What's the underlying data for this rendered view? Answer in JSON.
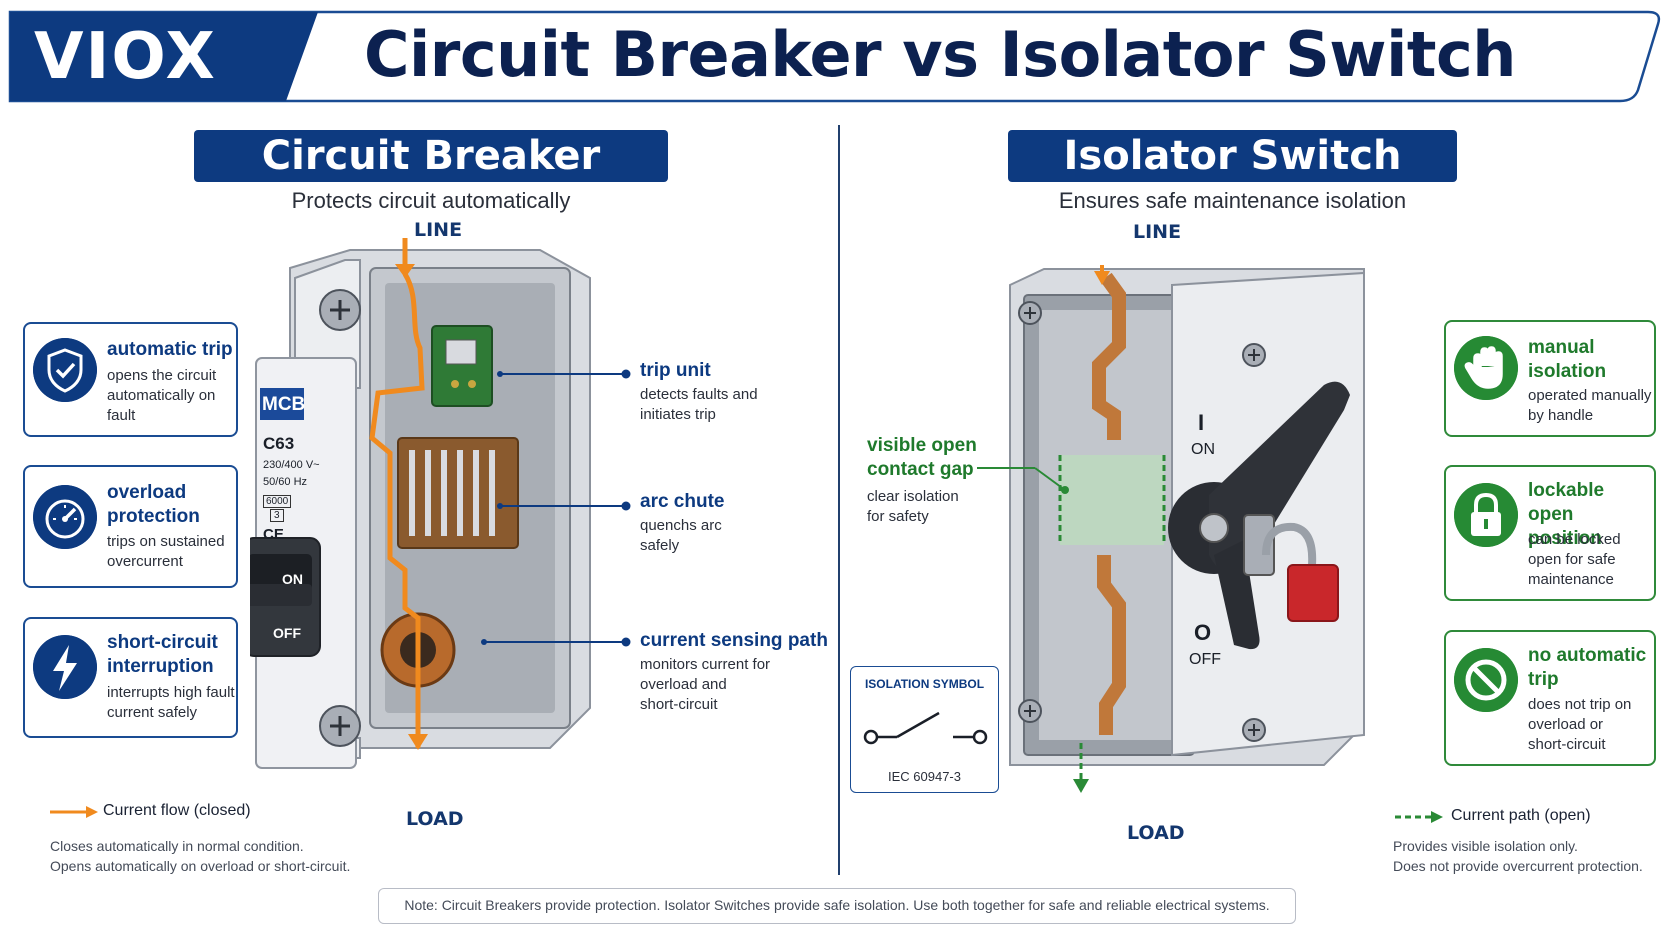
{
  "header": {
    "logo": "VIOX",
    "title": "Circuit Breaker vs Isolator Switch"
  },
  "breaker": {
    "heading": "Circuit Breaker",
    "subtitle": "Protects circuit automatically",
    "line_label": "LINE",
    "load_label": "LOAD",
    "device_labels": {
      "type": "MCB",
      "rating": "C63",
      "voltage": "230/400 V~",
      "frequency": "50/60 Hz",
      "breaking_capacity": "6000",
      "class": "3",
      "mark": "CE",
      "on": "ON",
      "off": "OFF"
    },
    "features": [
      {
        "title_1": "automatic trip",
        "title_2": "",
        "desc_1": "opens the circuit",
        "desc_2": "automatically on",
        "desc_3": "fault",
        "icon": "shield-check-icon"
      },
      {
        "title_1": "overload",
        "title_2": "protection",
        "desc_1": "trips on sustained",
        "desc_2": "overcurrent",
        "desc_3": "",
        "icon": "gauge-icon"
      },
      {
        "title_1": "short-circuit",
        "title_2": "interruption",
        "desc_1": "interrupts high fault",
        "desc_2": "current safely",
        "desc_3": "",
        "icon": "lightning-icon"
      }
    ],
    "callouts": [
      {
        "title": "trip unit",
        "desc_1": "detects faults and",
        "desc_2": "initiates trip",
        "desc_3": ""
      },
      {
        "title": "arc chute",
        "desc_1": "quenchs arc",
        "desc_2": "safely",
        "desc_3": ""
      },
      {
        "title": "current sensing path",
        "desc_1": "monitors current for",
        "desc_2": "overload and",
        "desc_3": "short-circuit"
      }
    ],
    "legend": "Current flow (closed)",
    "note_1": "Closes automatically in normal condition.",
    "note_2": "Opens automatically on overload or short-circuit.",
    "flow_color": "#f08a1e"
  },
  "isolator": {
    "heading": "Isolator Switch",
    "subtitle": "Ensures safe maintenance isolation",
    "line_label": "LINE",
    "load_label": "LOAD",
    "on_label": "ON",
    "on_symbol": "I",
    "off_label": "OFF",
    "off_symbol": "O",
    "gap_callout": {
      "title_1": "visible open",
      "title_2": "contact gap",
      "desc_1": "clear isolation",
      "desc_2": "for safety"
    },
    "symbol_box": {
      "title": "ISOLATION SYMBOL",
      "standard": "IEC 60947-3"
    },
    "features": [
      {
        "title_1": "manual",
        "title_2": "isolation",
        "desc_1": "operated manually",
        "desc_2": "by handle",
        "desc_3": "",
        "icon": "hand-icon"
      },
      {
        "title_1": "lockable open",
        "title_2": "position",
        "desc_1": "can be locked",
        "desc_2": "open for safe",
        "desc_3": "maintenance",
        "icon": "padlock-icon"
      },
      {
        "title_1": "no automatic",
        "title_2": "trip",
        "desc_1": "does not trip on",
        "desc_2": "overload or",
        "desc_3": "short-circuit",
        "icon": "prohibited-icon"
      }
    ],
    "legend": "Current path (open)",
    "note_1": "Provides visible isolation only.",
    "note_2": "Does not provide overcurrent protection.",
    "path_color": "#2a8a36"
  },
  "footer_note": "Note: Circuit Breakers provide protection. Isolator Switches provide safe isolation. Use both together for safe and reliable electrical systems.",
  "colors": {
    "navy": "#0d3a80",
    "green": "#268a34",
    "orange": "#f08a1e"
  }
}
